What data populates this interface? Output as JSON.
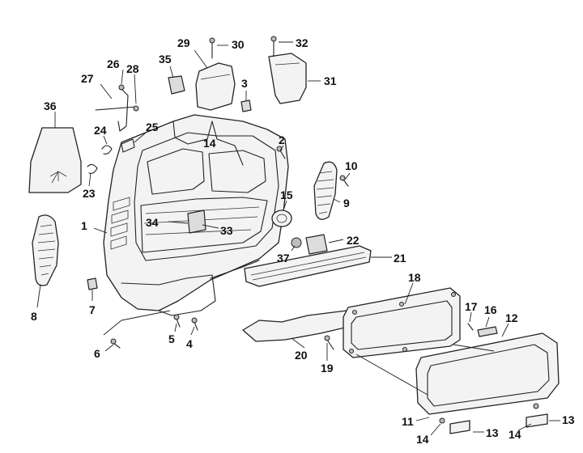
{
  "callouts": [
    {
      "id": "c29",
      "text": "29"
    },
    {
      "id": "c30",
      "text": "30"
    },
    {
      "id": "c32",
      "text": "32"
    },
    {
      "id": "c35",
      "text": "35"
    },
    {
      "id": "c31",
      "text": "31"
    },
    {
      "id": "c26",
      "text": "26"
    },
    {
      "id": "c28",
      "text": "28"
    },
    {
      "id": "c27",
      "text": "27"
    },
    {
      "id": "c3",
      "text": "3"
    },
    {
      "id": "c36",
      "text": "36"
    },
    {
      "id": "c24",
      "text": "24"
    },
    {
      "id": "c25",
      "text": "25"
    },
    {
      "id": "c14a",
      "text": "14"
    },
    {
      "id": "c2",
      "text": "2"
    },
    {
      "id": "c10",
      "text": "10"
    },
    {
      "id": "c23",
      "text": "23"
    },
    {
      "id": "c15",
      "text": "15"
    },
    {
      "id": "c9",
      "text": "9"
    },
    {
      "id": "c1",
      "text": "1"
    },
    {
      "id": "c34",
      "text": "34"
    },
    {
      "id": "c33",
      "text": "33"
    },
    {
      "id": "c22",
      "text": "22"
    },
    {
      "id": "c37",
      "text": "37"
    },
    {
      "id": "c21",
      "text": "21"
    },
    {
      "id": "c18",
      "text": "18"
    },
    {
      "id": "c7",
      "text": "7"
    },
    {
      "id": "c8",
      "text": "8"
    },
    {
      "id": "c17",
      "text": "17"
    },
    {
      "id": "c16",
      "text": "16"
    },
    {
      "id": "c12",
      "text": "12"
    },
    {
      "id": "c5",
      "text": "5"
    },
    {
      "id": "c4",
      "text": "4"
    },
    {
      "id": "c6",
      "text": "6"
    },
    {
      "id": "c20",
      "text": "20"
    },
    {
      "id": "c19",
      "text": "19"
    },
    {
      "id": "c11",
      "text": "11"
    },
    {
      "id": "c14b",
      "text": "14"
    },
    {
      "id": "c13a",
      "text": "13"
    },
    {
      "id": "c14c",
      "text": "14"
    },
    {
      "id": "c13b",
      "text": "13"
    }
  ]
}
